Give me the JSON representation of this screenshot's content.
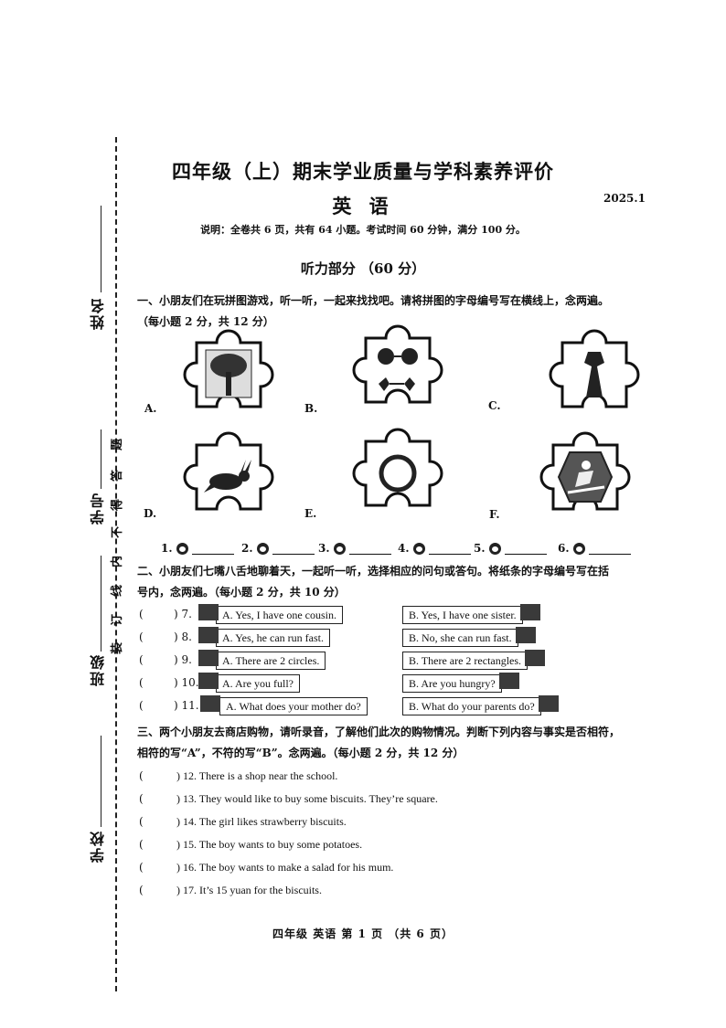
{
  "binding_margin": {
    "name_label": "姓名",
    "id_label": "学号",
    "class_label": "班级",
    "school_label": "学校",
    "seal_notice": [
      "不",
      "得",
      "答",
      "题"
    ],
    "seal_line": [
      "内",
      "线",
      "订",
      "装"
    ]
  },
  "header": {
    "title": "四年级（上）期末学业质量与学科素养评价",
    "subject": "英 语",
    "date": "2025.1",
    "note": "说明：全卷共 6 页，共有 64 小题。考试时间 60 分钟，满分 100 分。",
    "part": "听力部分  （60 分）"
  },
  "section1": {
    "title": "一、小朋友们在玩拼图游戏，听一听，一起来找找吧。请将拼图的字母编号写在横线上，念两遍。（每小题 2 分，共 12 分）",
    "pictures": [
      {
        "letter": "A.",
        "icon": "tree-icon"
      },
      {
        "letter": "B.",
        "icon": "sunglasses-icon"
      },
      {
        "letter": "C.",
        "icon": "dress-icon"
      },
      {
        "letter": "D.",
        "icon": "rabbit-icon"
      },
      {
        "letter": "E.",
        "icon": "ring-icon"
      },
      {
        "letter": "F.",
        "icon": "skier-icon"
      }
    ],
    "answers": [
      "1.",
      "2.",
      "3.",
      "4.",
      "5.",
      "6."
    ]
  },
  "section2": {
    "title": "二、小朋友们七嘴八舌地聊着天，一起听一听，选择相应的问句或答句。将纸条的字母编号写在括号内，念两遍。（每小题 2 分，共 10 分）",
    "paren": "(",
    "items": [
      {
        "num": ") 7.",
        "a": "A. Yes, I have one cousin.",
        "b": "B. Yes, I have one sister."
      },
      {
        "num": ") 8.",
        "a": "A. Yes, he can run fast.",
        "b": "B. No, she can run fast."
      },
      {
        "num": ") 9.",
        "a": "A. There are 2 circles.",
        "b": "B. There are 2 rectangles."
      },
      {
        "num": ") 10.",
        "a": "A. Are you full?",
        "b": "B. Are you hungry?"
      },
      {
        "num": ") 11.",
        "a": "A. What does your mother do?",
        "b": "B. What do your parents do?"
      }
    ]
  },
  "section3": {
    "title": "三、两个小朋友去商店购物，请听录音，了解他们此次的购物情况。判断下列内容与事实是否相符，相符的写“A”，不符的写“B”。念两遍。（每小题 2 分，共 12 分）",
    "paren": "(",
    "items": [
      ") 12. There is a shop near the school.",
      ") 13. They would like to buy some biscuits. They’re square.",
      ") 14. The girl likes strawberry biscuits.",
      ") 15. The boy wants to buy some potatoes.",
      ") 16. The boy wants to make a salad for his mum.",
      ") 17. It’s 15 yuan for the biscuits."
    ]
  },
  "footer": "四年级 英语  第 1 页  （共 6 页）"
}
